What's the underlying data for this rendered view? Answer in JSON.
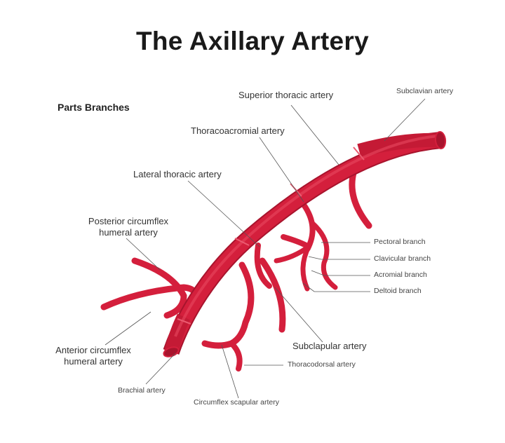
{
  "title": "The Axillary Artery",
  "subtitle": "Parts Branches",
  "labels": {
    "superior_thoracic": "Superior thoracic artery",
    "subclavian": "Subclavian artery",
    "thoracoacromial": "Thoracoacromial artery",
    "lateral_thoracic": "Lateral thoracic artery",
    "posterior_circumflex_1": "Posterior circumflex",
    "posterior_circumflex_2": "humeral artery",
    "pectoral": "Pectoral branch",
    "clavicular": "Clavicular branch",
    "acromial": "Acromial branch",
    "deltoid": "Deltoid branch",
    "anterior_circumflex_1": "Anterior circumflex",
    "anterior_circumflex_2": "humeral artery",
    "subscapular": "Subclapular artery",
    "thoracodorsal": "Thoracodorsal artery",
    "brachial": "Brachial artery",
    "circumflex_scapular": "Circumflex scapular artery"
  },
  "colors": {
    "artery": "#d41f3c",
    "artery_light": "#e8475f",
    "artery_dark": "#a8142d",
    "leader": "#555555"
  }
}
